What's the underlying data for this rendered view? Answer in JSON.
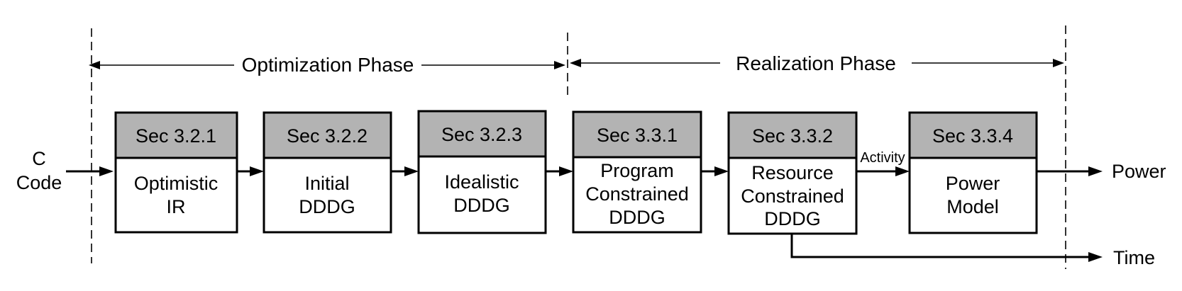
{
  "phases": {
    "optimization": "Optimization Phase",
    "realization": "Realization Phase"
  },
  "input": {
    "line1": "C",
    "line2": "Code"
  },
  "stages": [
    {
      "section": "Sec 3.2.1",
      "body": [
        "Optimistic",
        "IR"
      ]
    },
    {
      "section": "Sec 3.2.2",
      "body": [
        "Initial",
        "DDDG"
      ]
    },
    {
      "section": "Sec 3.2.3",
      "body": [
        "Idealistic",
        "DDDG"
      ]
    },
    {
      "section": "Sec 3.3.1",
      "body": [
        "Program",
        "Constrained",
        "DDDG"
      ]
    },
    {
      "section": "Sec 3.3.2",
      "body": [
        "Resource",
        "Constrained",
        "DDDG"
      ]
    },
    {
      "section": "Sec 3.3.4",
      "body": [
        "Power",
        "Model"
      ]
    }
  ],
  "edge_label": "Activity",
  "outputs": {
    "power": "Power",
    "time": "Time"
  }
}
